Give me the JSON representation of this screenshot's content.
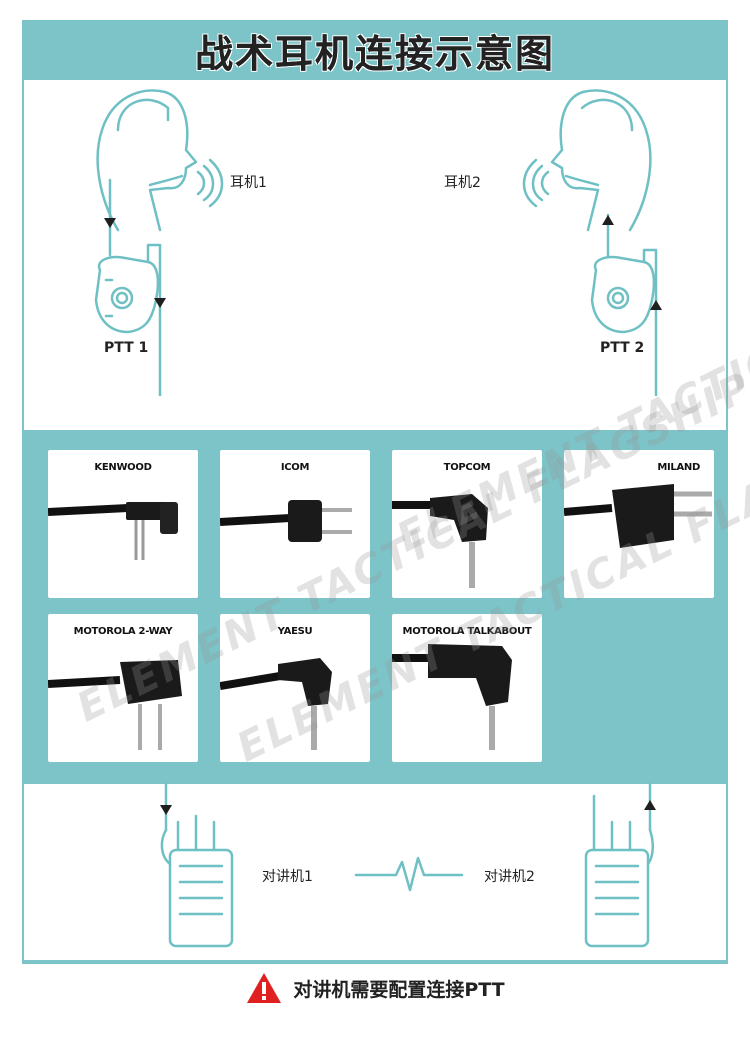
{
  "title": "战术耳机连接示意图",
  "headset_left": "耳机1",
  "headset_right": "耳机2",
  "ptt_left": "PTT 1",
  "ptt_right": "PTT 2",
  "radio_left": "对讲机1",
  "radio_right": "对讲机2",
  "connectors": [
    {
      "label": "KENWOOD"
    },
    {
      "label": "ICOM"
    },
    {
      "label": "TOPCOM"
    },
    {
      "label": "MILAND"
    },
    {
      "label": "MOTOROLA 2-WAY"
    },
    {
      "label": "YAESU"
    },
    {
      "label": "MOTOROLA TALKABOUT"
    }
  ],
  "watermark_1": "ELEMENT TACTICAL FLAGSHIP STORE",
  "watermark_2": "ELEMENT TACTICAL FLAGSHIP STORE",
  "watermark_3": "ELEMENT TACTICAL FLAGSHIP STORE",
  "footer": "对讲机需要配置连接PTT",
  "colors": {
    "teal": "#7cc4c8",
    "line": "#6fc0c4",
    "warning": "#e02020"
  }
}
